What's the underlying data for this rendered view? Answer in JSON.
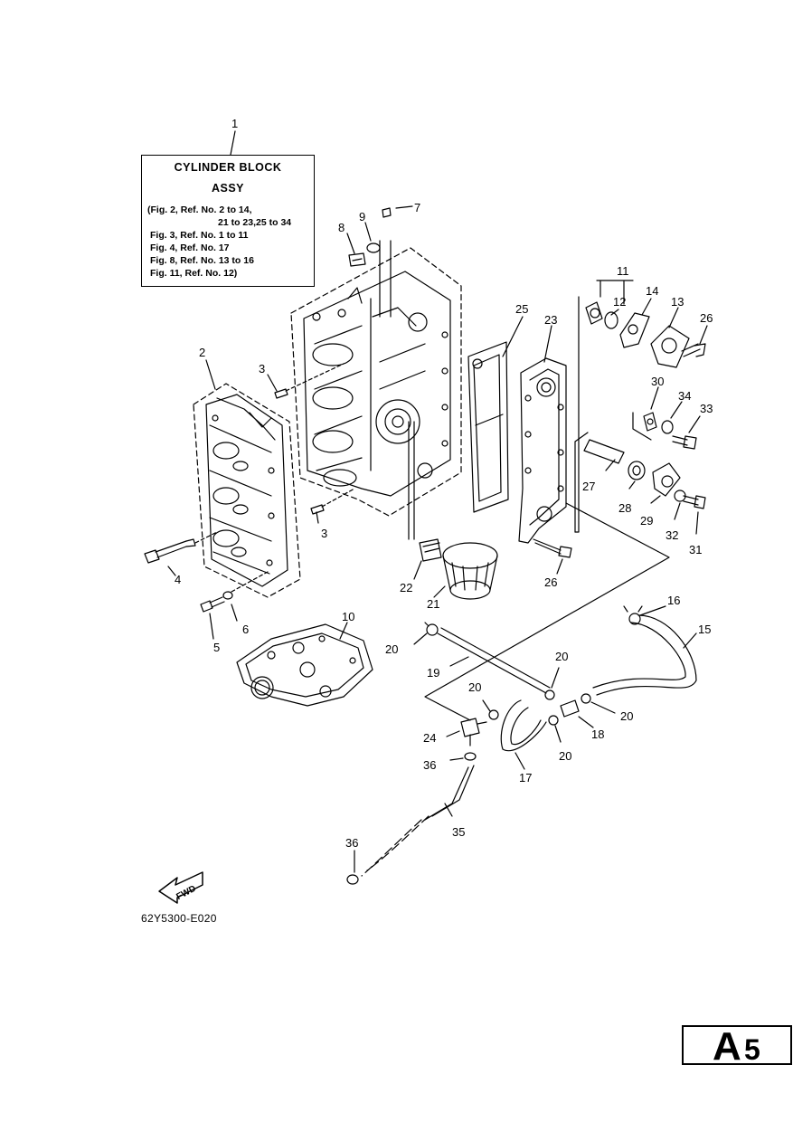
{
  "title": {
    "ref": "1",
    "line1": "CYLINDER BLOCK",
    "line2": "ASSY",
    "refs": [
      "(Fig. 2, Ref. No. 2 to 14,",
      "21 to 23,25 to 34",
      "Fig. 3, Ref. No. 1 to 11",
      "Fig. 4, Ref. No. 17",
      "Fig. 8, Ref. No. 13 to 16",
      "Fig. 11, Ref. No. 12)"
    ]
  },
  "fwd_label": "FWD",
  "diagram_code": "62Y5300-E020",
  "page": {
    "letter": "A",
    "number": "5"
  },
  "callouts": {
    "c1": "1",
    "c2": "2",
    "c3a": "3",
    "c3b": "3",
    "c4": "4",
    "c5": "5",
    "c6": "6",
    "c7": "7",
    "c8": "8",
    "c9": "9",
    "c10": "10",
    "c11": "11",
    "c12": "12",
    "c13": "13",
    "c14": "14",
    "c15": "15",
    "c16": "16",
    "c17": "17",
    "c18": "18",
    "c19": "19",
    "c20a": "20",
    "c20b": "20",
    "c20c": "20",
    "c20d": "20",
    "c20e": "20",
    "c21": "21",
    "c22": "22",
    "c23": "23",
    "c24": "24",
    "c25": "25",
    "c26a": "26",
    "c26b": "26",
    "c27": "27",
    "c28": "28",
    "c29": "29",
    "c30": "30",
    "c31": "31",
    "c32": "32",
    "c33": "33",
    "c34": "34",
    "c35": "35",
    "c36a": "36",
    "c36b": "36"
  }
}
